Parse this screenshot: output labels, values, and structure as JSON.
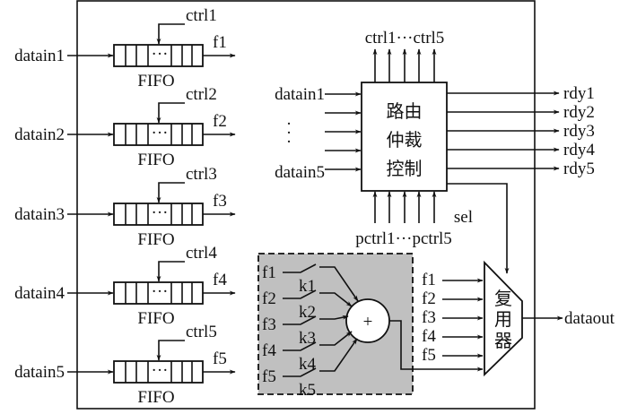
{
  "fifos": [
    {
      "input": "datain1",
      "ctrl": "ctrl1",
      "output": "f1",
      "label": "FIFO",
      "dots": "···"
    },
    {
      "input": "datain2",
      "ctrl": "ctrl2",
      "output": "f2",
      "label": "FIFO",
      "dots": "···"
    },
    {
      "input": "datain3",
      "ctrl": "ctrl3",
      "output": "f3",
      "label": "FIFO",
      "dots": "···"
    },
    {
      "input": "datain4",
      "ctrl": "ctrl4",
      "output": "f4",
      "label": "FIFO",
      "dots": "···"
    },
    {
      "input": "datain5",
      "ctrl": "ctrl5",
      "output": "f5",
      "label": "FIFO",
      "dots": "···"
    }
  ],
  "router": {
    "title_lines": [
      "路由",
      "仲裁",
      "控制"
    ],
    "top_label": "ctrl1···ctrl5",
    "bottom_label": "pctrl1···pctrl5",
    "input_first": "datain1",
    "input_dots": "·",
    "input_last": "datain5",
    "outputs": [
      "rdy1",
      "rdy2",
      "rdy3",
      "rdy4",
      "rdy5"
    ],
    "sel_label": "sel"
  },
  "adder": {
    "inputs": [
      "f1",
      "f2",
      "f3",
      "f4",
      "f5"
    ],
    "switches": [
      "k1",
      "k2",
      "k3",
      "k4",
      "k5"
    ],
    "symbol": "+",
    "fill": "#c0c0c0"
  },
  "mux": {
    "title_lines": [
      "复",
      "用",
      "器"
    ],
    "inputs": [
      "f1",
      "f2",
      "f3",
      "f4",
      "f5"
    ],
    "output": "dataout"
  }
}
